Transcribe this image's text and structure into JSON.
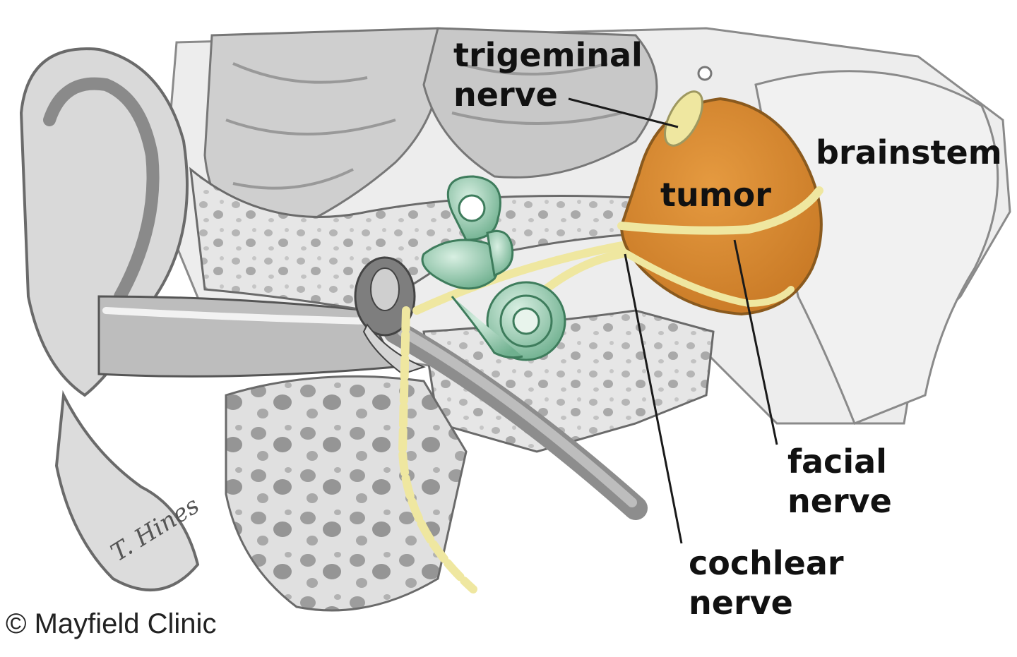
{
  "labels": {
    "trigeminal": [
      "trigeminal",
      "nerve"
    ],
    "brainstem": "brainstem",
    "tumor": "tumor",
    "facial": [
      "facial",
      "nerve"
    ],
    "cochlear": [
      "cochlear",
      "nerve"
    ]
  },
  "credit": "© Mayfield Clinic",
  "signature": "T. Hines",
  "colors": {
    "tumor": "#d98a32",
    "nerve": "#efe7a0",
    "inner_ear": "#9fd0b4",
    "bone": "#e4e4e4",
    "outline": "#6a6a6a",
    "dark_tissue": "#8a8a8a"
  }
}
